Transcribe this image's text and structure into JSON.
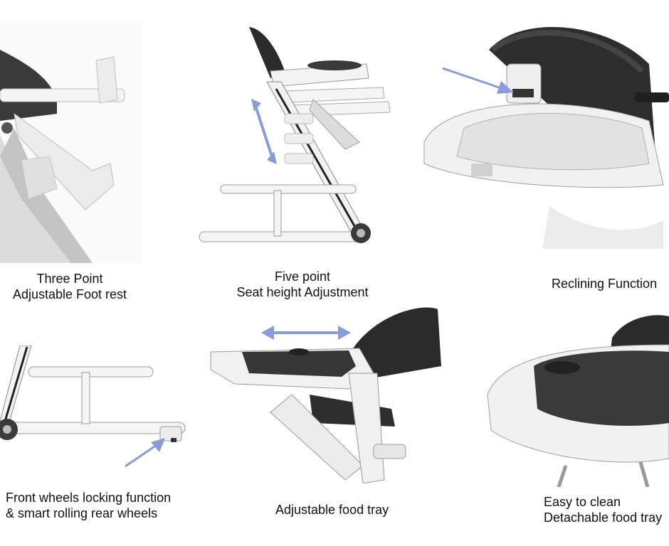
{
  "features": [
    {
      "id": "foot-rest",
      "lines": [
        "Three Point",
        "Adjustable Foot rest"
      ]
    },
    {
      "id": "seat-height",
      "lines": [
        "Five point",
        "Seat height Adjustment"
      ]
    },
    {
      "id": "reclining",
      "lines": [
        "Reclining Function"
      ]
    },
    {
      "id": "wheels",
      "lines": [
        "Front wheels locking function",
        "& smart rolling rear wheels"
      ]
    },
    {
      "id": "food-tray",
      "lines": [
        "Adjustable food tray"
      ]
    },
    {
      "id": "easy-clean",
      "lines": [
        "Easy to clean",
        "Detachable food tray"
      ]
    }
  ],
  "colors": {
    "arrow": "#8a9bd6",
    "seat_dark": "#2b2b2b",
    "frame_white": "#f2f2f2",
    "outline": "#9a9a9a"
  }
}
